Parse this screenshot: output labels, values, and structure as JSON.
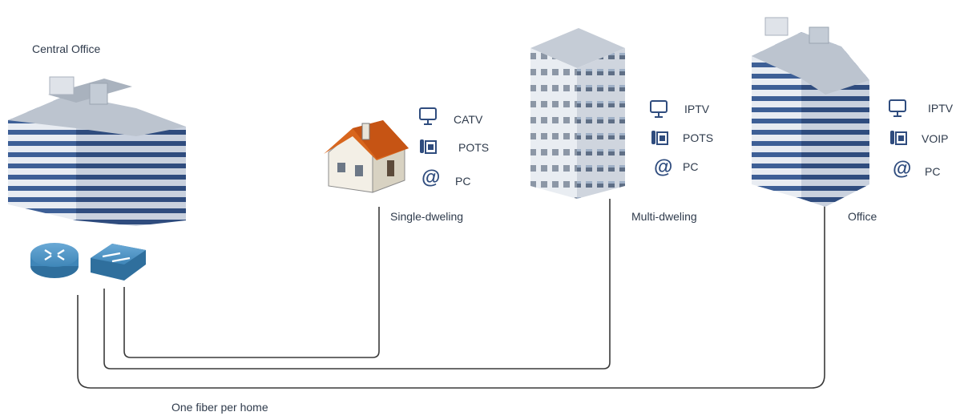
{
  "central_office": {
    "label": "Central Office"
  },
  "fiber_label": "One fiber per home",
  "sites": [
    {
      "name": "Single-dweling",
      "services": [
        {
          "icon": "tv-icon",
          "label": "CATV"
        },
        {
          "icon": "phone-icon",
          "label": "POTS"
        },
        {
          "icon": "at-icon",
          "label": "PC"
        }
      ]
    },
    {
      "name": "Multi-dweling",
      "services": [
        {
          "icon": "tv-icon",
          "label": "IPTV"
        },
        {
          "icon": "phone-icon",
          "label": "POTS"
        },
        {
          "icon": "at-icon",
          "label": "PC"
        }
      ]
    },
    {
      "name": "Office",
      "services": [
        {
          "icon": "tv-icon",
          "label": "IPTV"
        },
        {
          "icon": "phone-icon",
          "label": "VOIP"
        },
        {
          "icon": "at-icon",
          "label": "PC"
        }
      ]
    }
  ],
  "colors": {
    "line": "#3a3a3a",
    "building_face": "#e9edf3",
    "building_stripe": "#3d5f96",
    "roof_orange": "#d8661e",
    "device_blue": "#3f86b8",
    "text": "#2f3b4c"
  }
}
